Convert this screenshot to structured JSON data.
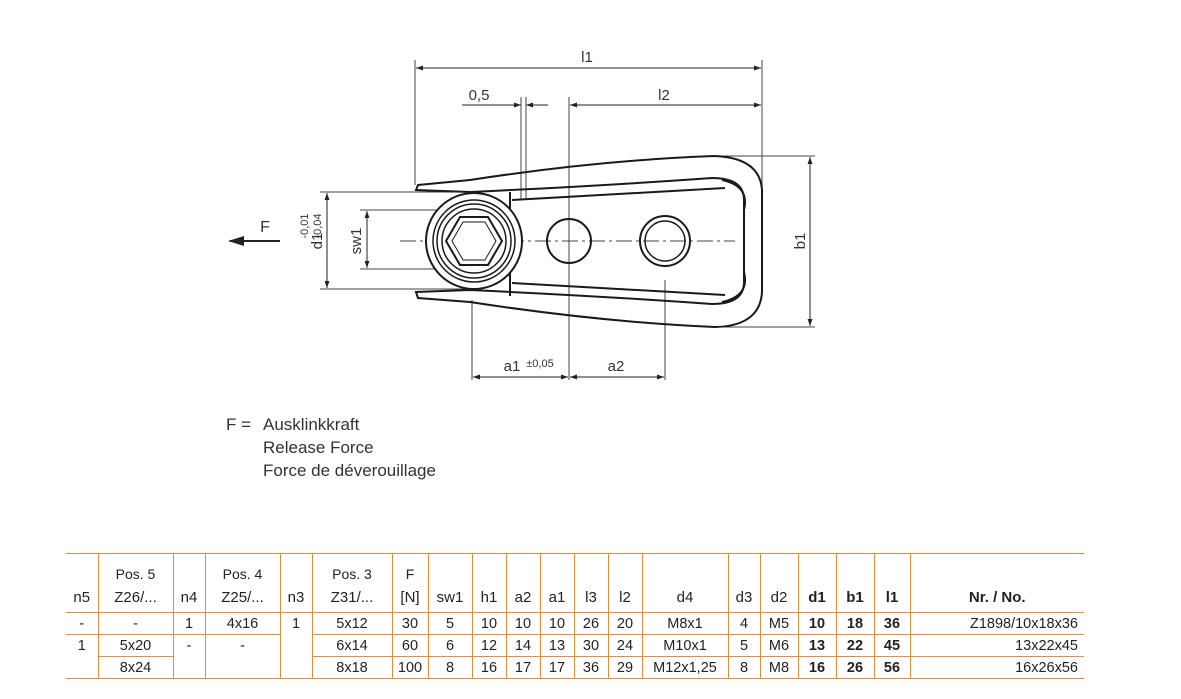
{
  "drawing": {
    "labels": {
      "l1": "l1",
      "l2": "l2",
      "gap": "0,5",
      "force": "F",
      "d1": "d1",
      "d1_tol_upper": "-0,01",
      "d1_tol_lower": "-0,04",
      "sw1": "sw1",
      "b1": "b1",
      "a1": "a1",
      "a1_tol": "±0,05",
      "a2": "a2"
    }
  },
  "legend": {
    "key": "F =",
    "de": "Ausklinkkraft",
    "en": "Release Force",
    "fr": "Force de déverouillage"
  },
  "table": {
    "header_top": [
      "",
      "Pos. 5",
      "",
      "Pos. 4",
      "",
      "Pos. 3",
      "F",
      "",
      "",
      "",
      "",
      "",
      "",
      "",
      "",
      "",
      "",
      "",
      "",
      ""
    ],
    "header": [
      "n5",
      "Z26/...",
      "n4",
      "Z25/...",
      "n3",
      "Z31/...",
      "[N]",
      "sw1",
      "h1",
      "a2",
      "a1",
      "l3",
      "l2",
      "d4",
      "d3",
      "d2",
      "d1",
      "b1",
      "l1",
      "Nr. / No."
    ],
    "rows": [
      [
        "-",
        "-",
        "1",
        "4x16",
        "1",
        "5x12",
        "30",
        "5",
        "10",
        "10",
        "10",
        "26",
        "20",
        "M8x1",
        "4",
        "M5",
        "10",
        "18",
        "36",
        "Z1898/10x18x36"
      ],
      [
        "1",
        "5x20",
        "-",
        "-",
        "",
        "6x14",
        "60",
        "6",
        "12",
        "14",
        "13",
        "30",
        "24",
        "M10x1",
        "5",
        "M6",
        "13",
        "22",
        "45",
        "13x22x45"
      ],
      [
        "",
        "8x24",
        "",
        "",
        "",
        "8x18",
        "100",
        "8",
        "16",
        "17",
        "17",
        "36",
        "29",
        "M12x1,25",
        "8",
        "M8",
        "16",
        "26",
        "56",
        "16x26x56"
      ]
    ]
  }
}
